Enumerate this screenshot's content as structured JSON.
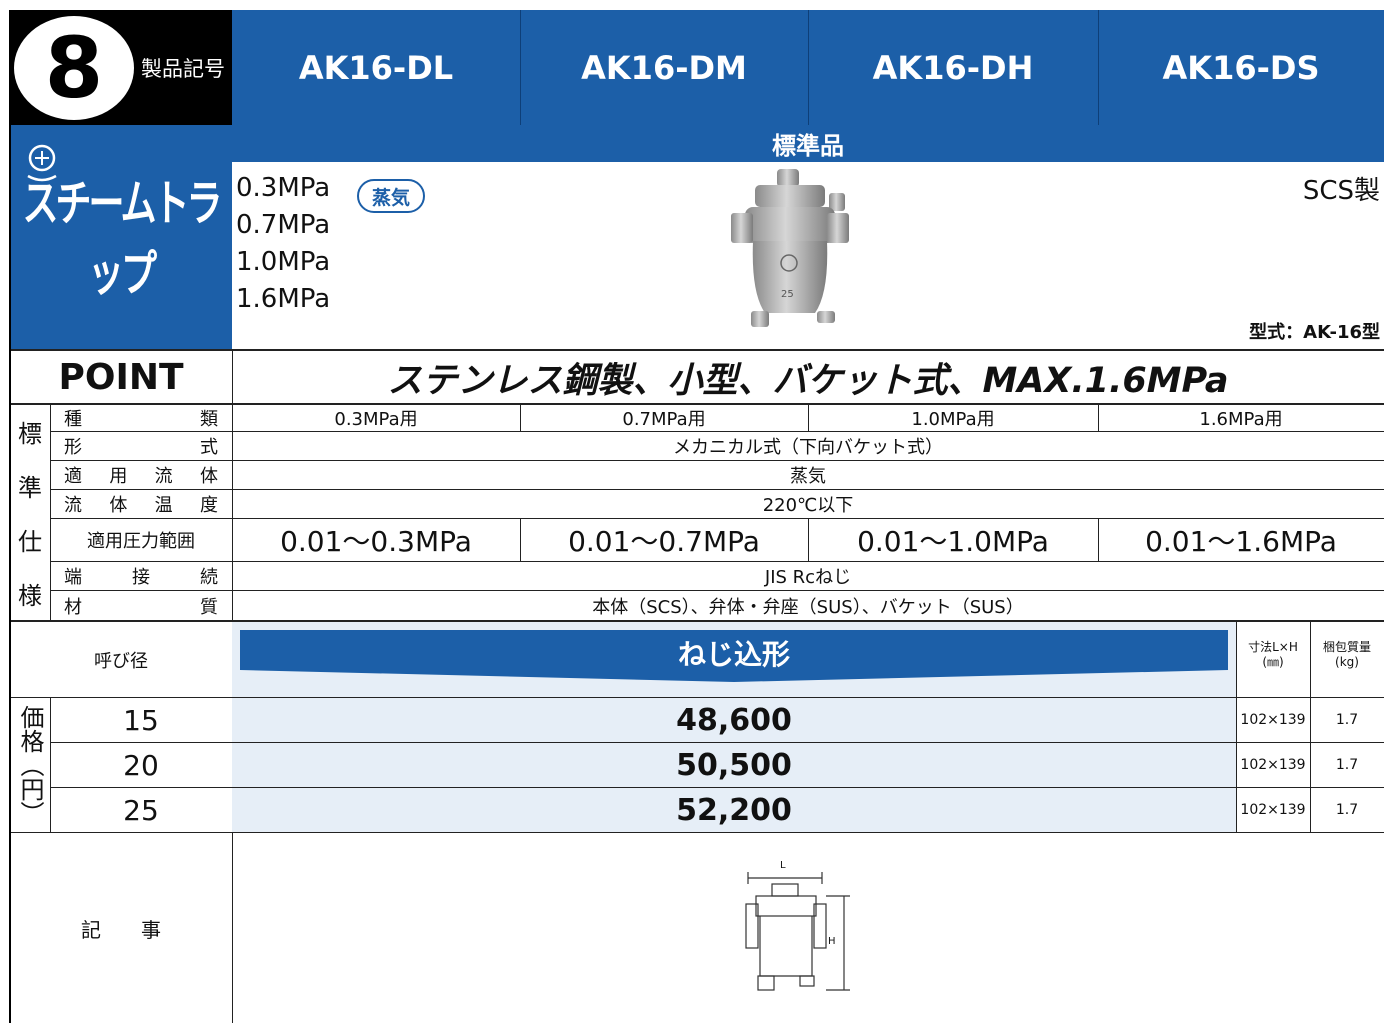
{
  "header": {
    "badge_number": "8",
    "code_label": "製品記号",
    "models": [
      "AK16-DL",
      "AK16-DM",
      "AK16-DH",
      "AK16-DS"
    ]
  },
  "category": {
    "title": "スチームトラップ",
    "standard_label": "標準品"
  },
  "product": {
    "pressures": [
      "0.3MPa",
      "0.7MPa",
      "1.0MPa",
      "1.6MPa"
    ],
    "fluid_badge": "蒸気",
    "material_note": "SCS製",
    "type_note": "型式：AK-16型"
  },
  "point": {
    "label": "POINT",
    "text": "ステンレス鋼製、小型、バケット式、MAX.1.6MPa"
  },
  "spec": {
    "side_label": [
      "標",
      "準",
      "仕",
      "様"
    ],
    "rows": [
      {
        "label": [
          "種",
          "類"
        ],
        "values": [
          "0.3MPa用",
          "0.7MPa用",
          "1.0MPa用",
          "1.6MPa用"
        ]
      },
      {
        "label": [
          "形",
          "式"
        ],
        "value": "メカニカル式（下向バケット式）"
      },
      {
        "label": [
          "適",
          "用",
          "流",
          "体"
        ],
        "value": "蒸気"
      },
      {
        "label": [
          "流",
          "体",
          "温",
          "度"
        ],
        "value": "220℃以下"
      },
      {
        "label": [
          "適用圧力範囲"
        ],
        "values": [
          "0.01～0.3MPa",
          "0.01～0.7MPa",
          "0.01～1.0MPa",
          "0.01～1.6MPa"
        ]
      },
      {
        "label": [
          "端",
          "接",
          "続"
        ],
        "value": "JIS Rcねじ"
      },
      {
        "label": [
          "材",
          "質"
        ],
        "value": "本体（SCS）、弁体・弁座（SUS）、バケット（SUS）"
      }
    ]
  },
  "price": {
    "nominal_label": "呼び径",
    "banner": "ねじ込形",
    "dim_header": "寸法L×H",
    "dim_unit": "(㎜)",
    "weight_header": "梱包質量",
    "weight_unit": "(kg)",
    "side_label": "価格（円）",
    "rows": [
      {
        "size": "15",
        "price": "48,600",
        "dim": "102×139",
        "weight": "1.7"
      },
      {
        "size": "20",
        "price": "50,500",
        "dim": "102×139",
        "weight": "1.7"
      },
      {
        "size": "25",
        "price": "52,200",
        "dim": "102×139",
        "weight": "1.7"
      }
    ]
  },
  "notes": {
    "label": "記　　事",
    "drawing_l": "L",
    "drawing_h": "H"
  },
  "colors": {
    "brand_blue": "#1c5fa8",
    "pale_blue": "#e6eef7"
  }
}
